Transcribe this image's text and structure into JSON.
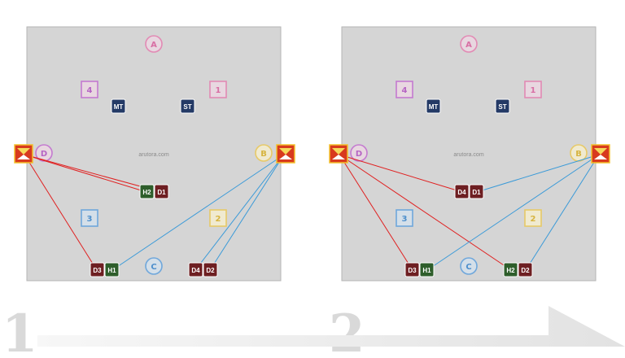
{
  "panels": [
    {
      "step": "1",
      "watermark": "arutora.com",
      "markers": {
        "mt": "MT",
        "st": "ST"
      },
      "pair_top": [
        "H2",
        "D1"
      ],
      "pair_bottom_left": [
        "D3",
        "H1"
      ],
      "pair_bottom_right": [
        "D4",
        "D2"
      ],
      "waymarks": {
        "a": "A",
        "b": "B",
        "c": "C",
        "d": "D",
        "n1": "1",
        "n2": "2",
        "n3": "3",
        "n4": "4"
      }
    },
    {
      "step": "2",
      "watermark": "arutora.com",
      "markers": {
        "mt": "MT",
        "st": "ST"
      },
      "pair_top": [
        "D4",
        "D1"
      ],
      "pair_bottom_left": [
        "D3",
        "H1"
      ],
      "pair_bottom_right": [
        "H2",
        "D2"
      ],
      "waymarks": {
        "a": "A",
        "b": "B",
        "c": "C",
        "d": "D",
        "n1": "1",
        "n2": "2",
        "n3": "3",
        "n4": "4"
      }
    }
  ],
  "colors": {
    "healer": "#2e5e2b",
    "dps": "#6e1f22",
    "tank": "#243a66",
    "line_left": "#e02020",
    "line_right": "#3a9ad8"
  }
}
